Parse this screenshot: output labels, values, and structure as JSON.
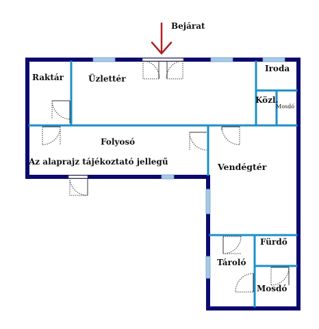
{
  "entrance": {
    "label": "Bejárat"
  },
  "rooms": {
    "raktar": "Raktár",
    "uzletter": "Üzlettér",
    "iroda": "Iroda",
    "kozl": "Közl.",
    "mosdo_top": "Mosdó",
    "folyoso": "Folyosó",
    "vendegter": "Vendégtér",
    "furdo": "Fürdő",
    "tarolo": "Tároló",
    "mosdo_bottom": "Mosdó"
  },
  "note": "Az alaprajz tájékoztató jellegű",
  "colors": {
    "outer_wall": "#0a0a6e",
    "inner_wall": "#1a8fc8",
    "window": "#a8c8e8",
    "door": "#333333",
    "arrow": "#b02020"
  }
}
